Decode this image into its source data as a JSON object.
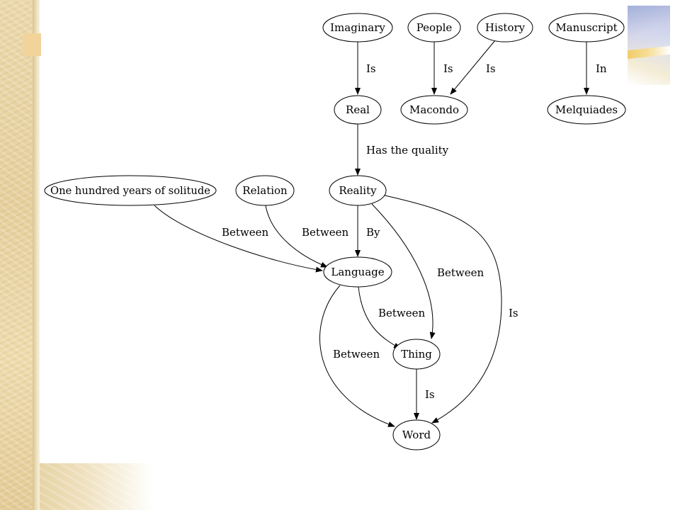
{
  "diagram": {
    "nodes": [
      {
        "id": "imaginary",
        "label": "Imaginary"
      },
      {
        "id": "people",
        "label": "People"
      },
      {
        "id": "history",
        "label": "History"
      },
      {
        "id": "manuscript",
        "label": "Manuscript"
      },
      {
        "id": "real",
        "label": "Real"
      },
      {
        "id": "macondo",
        "label": "Macondo"
      },
      {
        "id": "melquiades",
        "label": "Melquiades"
      },
      {
        "id": "one_hundred",
        "label": "One hundred years of solitude"
      },
      {
        "id": "relation",
        "label": "Relation"
      },
      {
        "id": "reality",
        "label": "Reality"
      },
      {
        "id": "language",
        "label": "Language"
      },
      {
        "id": "thing",
        "label": "Thing"
      },
      {
        "id": "word",
        "label": "Word"
      }
    ],
    "edges": [
      {
        "from": "imaginary",
        "to": "real",
        "label": "Is"
      },
      {
        "from": "people",
        "to": "macondo",
        "label": "Is"
      },
      {
        "from": "history",
        "to": "macondo",
        "label": "Is"
      },
      {
        "from": "manuscript",
        "to": "melquiades",
        "label": "In"
      },
      {
        "from": "real",
        "to": "reality",
        "label": "Has the quality"
      },
      {
        "from": "one_hundred",
        "to": "language",
        "label": "Between"
      },
      {
        "from": "relation",
        "to": "language",
        "label": "Between"
      },
      {
        "from": "reality",
        "to": "language",
        "label": "By"
      },
      {
        "from": "reality",
        "to": "thing",
        "label": "Between"
      },
      {
        "from": "reality",
        "to": "word",
        "label": "Is"
      },
      {
        "from": "language",
        "to": "thing",
        "label": "Between"
      },
      {
        "from": "language",
        "to": "word",
        "label": "Between"
      },
      {
        "from": "thing",
        "to": "word",
        "label": "Is"
      }
    ]
  },
  "colors": {
    "parchment": "#ecd9ac",
    "stroke": "#000000"
  }
}
